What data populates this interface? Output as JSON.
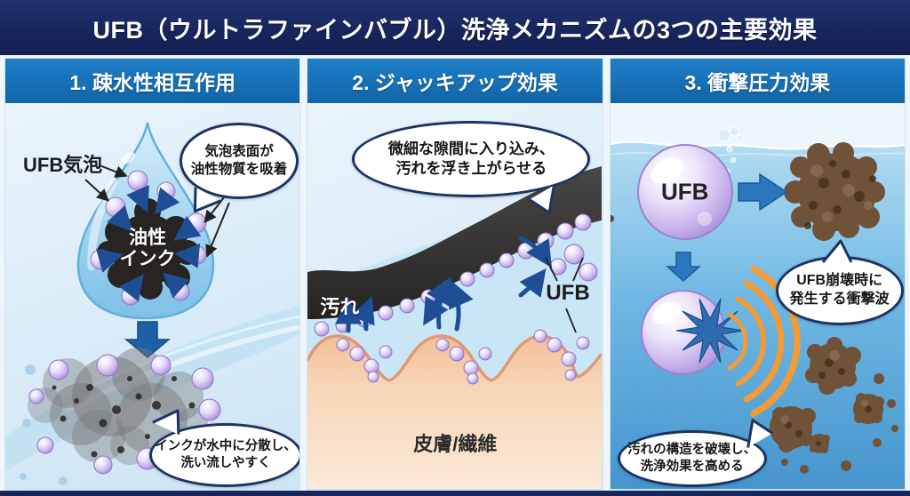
{
  "header": {
    "title": "UFB（ウルトラファインバブル）洗浄メカニズムの3つの主要効果"
  },
  "panels": {
    "p1": {
      "title": "1. 疎水性相互作用",
      "bubble_label": "UFB気泡",
      "ink_label_line1": "油性",
      "ink_label_line2": "インク",
      "callout_top_line1": "気泡表面が",
      "callout_top_line2": "油性物質を吸着",
      "callout_bottom_line1": "インクが水中に分散し、",
      "callout_bottom_line2": "洗い流しやすく"
    },
    "p2": {
      "title": "2. ジャッキアップ効果",
      "callout_top_line1": "微細な隙間に入り込み、",
      "callout_top_line2": "汚れを浮き上がらせる",
      "dirt_label": "汚れ",
      "ufb_label": "UFB",
      "surface_label": "皮膚/繊維"
    },
    "p3": {
      "title": "3. 衝撃圧力効果",
      "ufb_label": "UFB",
      "callout_shock_line1": "UFB崩壊時に",
      "callout_shock_line2": "発生する衝撃波",
      "callout_bottom_line1": "汚れの構造を破壊し、",
      "callout_bottom_line2": "洗浄効果を高める"
    }
  },
  "colors": {
    "navy_bar": "#18265e",
    "panel_header_blue": "#1771b8",
    "panel_bg_light_blue": "#d9ecf8",
    "callout_border_navy": "#1d3461",
    "arrow_blue": "#1d4e96",
    "bubble_purple": "#b9a1e4",
    "shockwave_orange": "#f29b38",
    "skin_peach": "#f3c6a2",
    "ink_black": "#272422",
    "dirt_brown": "#6f5238",
    "water_blue": "#5fb0e0"
  }
}
